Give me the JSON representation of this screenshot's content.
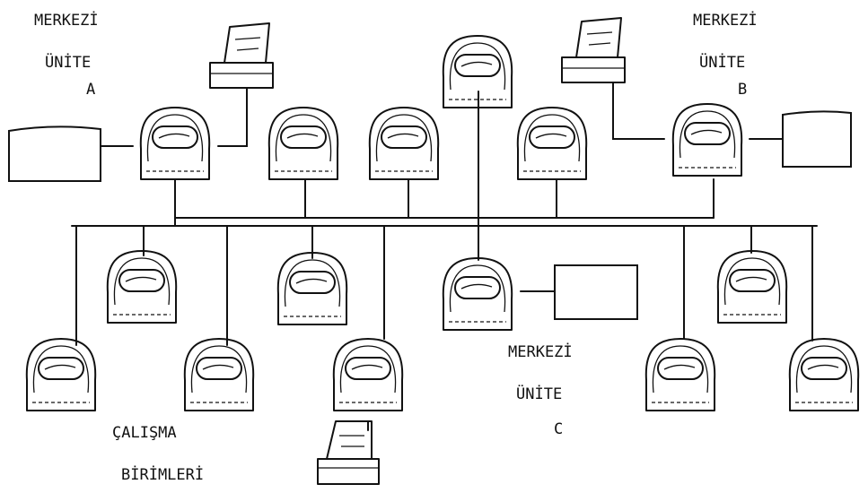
{
  "labels": {
    "unit_a": {
      "line1": "MERKEZİ",
      "line2": "ÜNİTE",
      "line3": "A"
    },
    "unit_b": {
      "line1": "MERKEZİ",
      "line2": "ÜNİTE",
      "line3": "B"
    },
    "unit_c": {
      "line1": "MERKEZİ",
      "line2": "ÜNİTE",
      "line3": "C"
    },
    "workstations": {
      "line1": "ÇALIŞMA",
      "line2": "BİRİMLERİ"
    }
  }
}
